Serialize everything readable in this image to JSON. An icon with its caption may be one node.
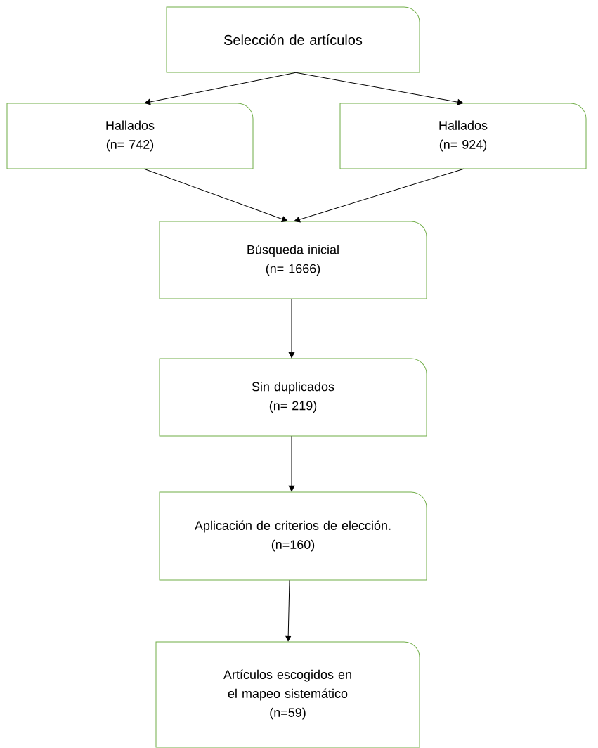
{
  "diagram": {
    "nodes": [
      {
        "text": [
          "Selección de artículos"
        ]
      },
      {
        "text": [
          "Hallados",
          "(n= 742)"
        ]
      },
      {
        "text": [
          "Hallados",
          "(n= 924)"
        ]
      },
      {
        "text": [
          "Búsqueda inicial",
          "(n= 1666)"
        ]
      },
      {
        "text": [
          "Sin duplicados",
          "(n= 219)"
        ]
      },
      {
        "text": [
          "Aplicación de criterios de elección.",
          "(n=160)"
        ]
      },
      {
        "text": [
          "Artículos escogidos en el mapeo sistemático",
          "(n=59)"
        ]
      }
    ],
    "edges": [
      {
        "from": 0,
        "to": 1,
        "arrow": "to"
      },
      {
        "from": 0,
        "to": 2,
        "arrow": "to"
      },
      {
        "from": 1,
        "to": 3,
        "arrow": "to"
      },
      {
        "from": 2,
        "to": 3,
        "arrow": "to"
      },
      {
        "from": 3,
        "to": 4,
        "arrow": "to"
      },
      {
        "from": 4,
        "to": 5,
        "arrow": "to"
      },
      {
        "from": 5,
        "to": 6,
        "arrow": "to"
      }
    ]
  }
}
